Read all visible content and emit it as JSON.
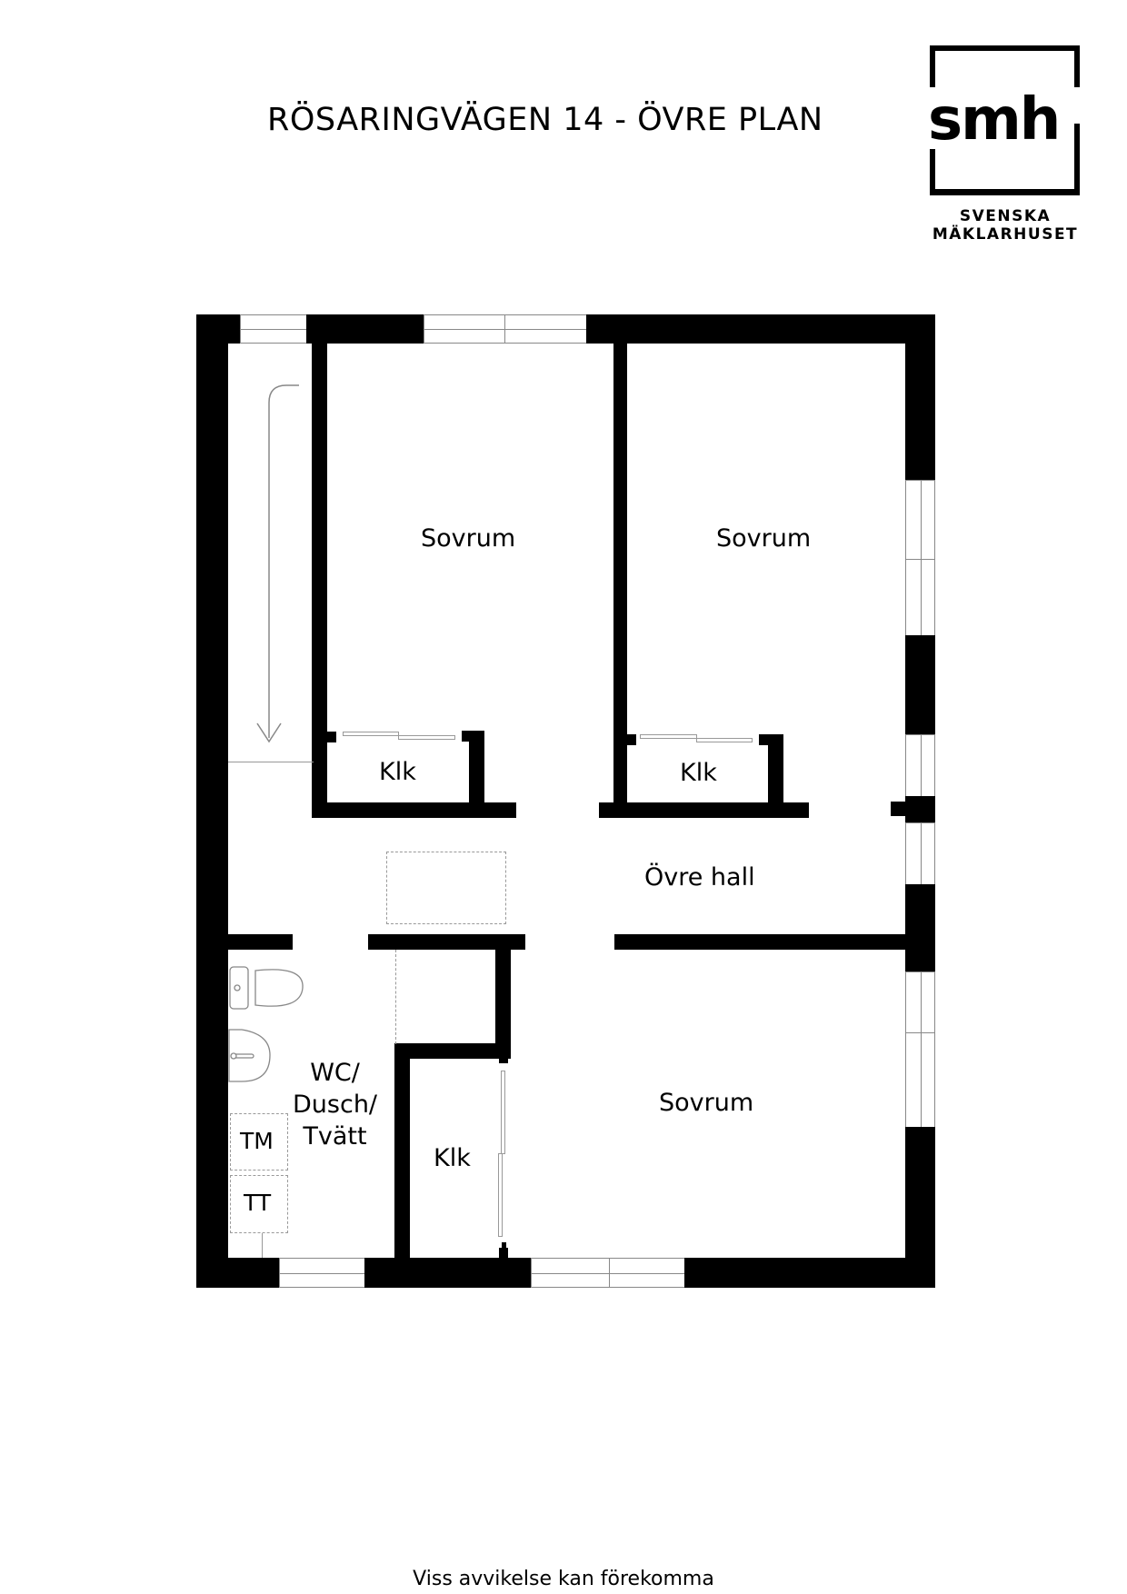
{
  "header": {
    "title": "RÖSARINGVÄGEN 14 - ÖVRE PLAN"
  },
  "logo": {
    "mark": "smh",
    "line1": "SVENSKA",
    "line2": "MÄKLARHUSET"
  },
  "rooms": [
    {
      "id": "sovrum-1",
      "label": "Sovrum"
    },
    {
      "id": "sovrum-2",
      "label": "Sovrum"
    },
    {
      "id": "klk-1",
      "label": "Klk"
    },
    {
      "id": "klk-2",
      "label": "Klk"
    },
    {
      "id": "ovre-hall",
      "label": "Övre hall"
    },
    {
      "id": "wc",
      "label_lines": [
        "WC/",
        "Dusch/",
        "Tvätt"
      ]
    },
    {
      "id": "klk-3",
      "label": "Klk"
    },
    {
      "id": "sovrum-3",
      "label": "Sovrum"
    }
  ],
  "fixtures": {
    "washing_machine": "TM",
    "tumble_dryer": "TT"
  },
  "colors": {
    "wall": "#000000",
    "fixture_line": "#999999",
    "background": "#ffffff"
  },
  "footer": {
    "disclaimer": "Viss avvikelse kan förekomma"
  }
}
